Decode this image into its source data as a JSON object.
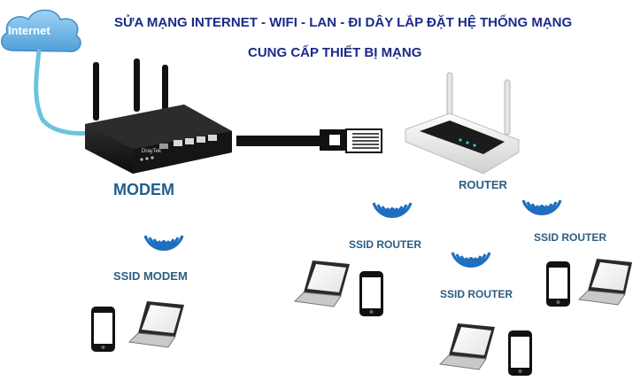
{
  "header": {
    "line1": "SỬA MẠNG INTERNET - WIFI - LAN -  ĐI DÂY LẮP ĐẶT HỆ THỐNG MẠNG",
    "line2": "CUNG CẤP THIẾT BỊ MẠNG"
  },
  "cloud": {
    "label": "Internet"
  },
  "modem": {
    "label": "MODEM",
    "brand": "DrayTek",
    "ssid_label": "SSID MODEM"
  },
  "router": {
    "label": "ROUTER",
    "ssid_label": "SSID ROUTER"
  },
  "colors": {
    "title": "#1b2a8a",
    "label": "#2b5f82",
    "cloud": "#6ab4e6",
    "cable": "#6cc3dd",
    "wifi": "#1f6fc0"
  }
}
